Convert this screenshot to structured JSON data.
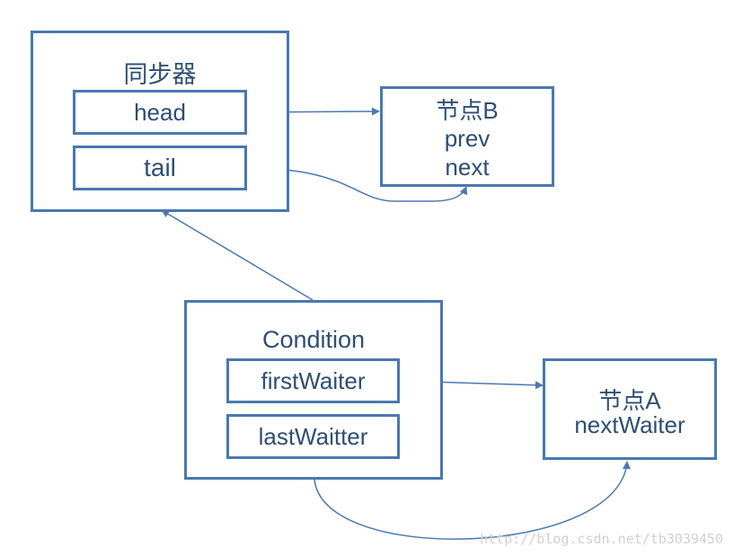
{
  "sync": {
    "title": "同步器",
    "head_label": "head",
    "tail_label": "tail"
  },
  "nodeB": {
    "title": "节点B",
    "prev_label": "prev",
    "next_label": "next"
  },
  "condition": {
    "title": "Condition",
    "first_label": "firstWaiter",
    "last_label": "lastWaitter"
  },
  "nodeA": {
    "title": "节点A",
    "next_label": "nextWaiter"
  },
  "watermark": "http://blog.csdn.net/tb3039450",
  "colors": {
    "border": "#4a78b0",
    "text": "#2e4e72",
    "arrow": "#4a78b0"
  }
}
